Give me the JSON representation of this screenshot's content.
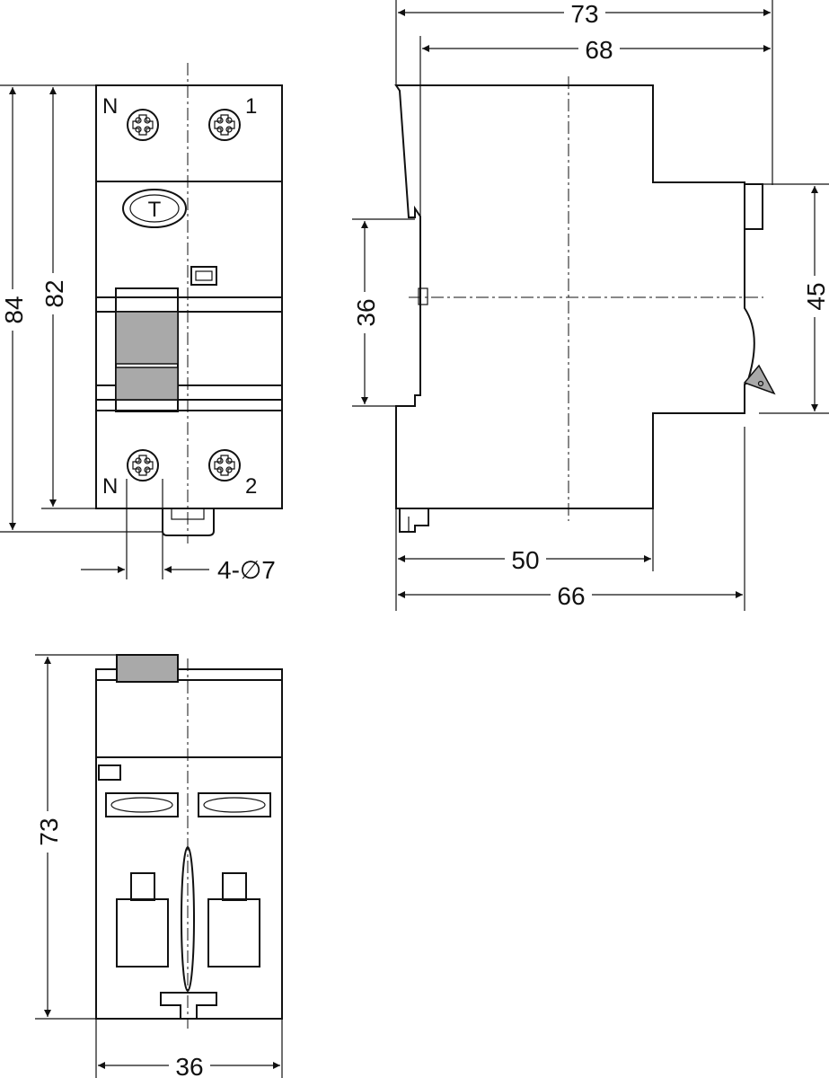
{
  "front_view": {
    "terminal_top_left": "N",
    "terminal_top_right": "1",
    "terminal_bottom_left": "N",
    "terminal_bottom_right": "2",
    "test_button_symbol": "T",
    "dim_total_height": "84",
    "dim_body_height": "82",
    "dim_holes": "4-∅7"
  },
  "side_view": {
    "dim_total_depth": "73",
    "dim_depth_front": "68",
    "dim_rail": "36",
    "dim_front_height": "45",
    "dim_inner_depth": "50",
    "dim_base_depth": "66"
  },
  "bottom_view": {
    "dim_height": "73",
    "dim_width": "36"
  },
  "colors": {
    "line": "#111111",
    "fill_gray": "#a9a9a9",
    "background": "#ffffff"
  }
}
